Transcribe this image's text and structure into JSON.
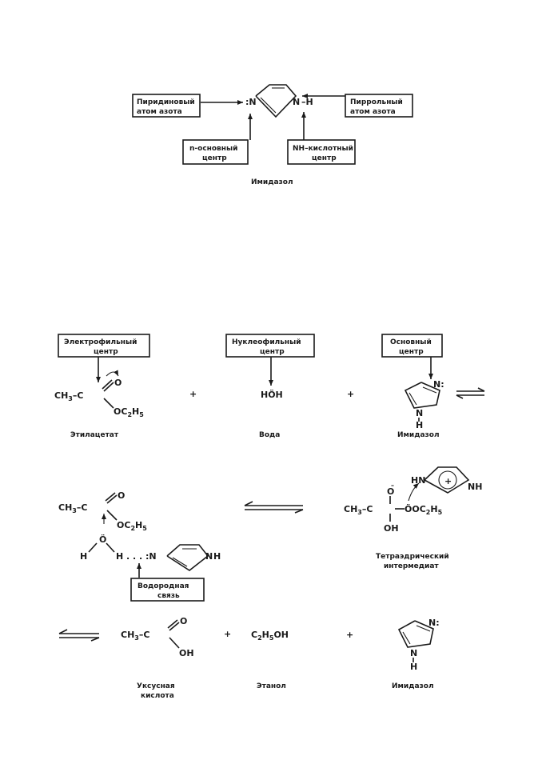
{
  "top": {
    "pyridine_label": [
      "Пиридиновый",
      "атом азота"
    ],
    "pyrrole_label": [
      "Пиррольный",
      "атом азота"
    ],
    "n_basic_label": [
      "n-основный",
      "центр"
    ],
    "nh_acid_label": [
      "NH–кислотный",
      "центр"
    ],
    "ring_n_left": ":N",
    "ring_n_right": "N",
    "ring_h": "–H",
    "caption": "Имидазол"
  },
  "mech": {
    "electrophilic": [
      "Электрофильный",
      "центр"
    ],
    "nucleophilic": [
      "Нуклеофильный",
      "центр"
    ],
    "basic": [
      "Основный",
      "центр"
    ],
    "ester_ch3": "CH",
    "ester_ch3_sub": "3",
    "ester_c": "–C",
    "ester_o": "O",
    "ester_oc": "OC",
    "ester_oc_sub": "2",
    "ester_h": "H",
    "ester_h_sub": "5",
    "plus": "+",
    "water": "HÖH",
    "imid_n_top": "N:",
    "imid_nh": "N",
    "imid_h": "H",
    "name_ethylacetate": "Этилацетат",
    "name_water": "Вода",
    "name_imidazole": "Имидазол",
    "hbond_label": [
      "Водородная",
      "связь"
    ],
    "tetra_label": [
      "Тетраэдрический",
      "интермедиат"
    ],
    "int_o_minus": "O",
    "int_oh": "OH",
    "int_hn": "HN",
    "int_nh": "NH",
    "int_plus": "+",
    "h_left": "H",
    "h_mid": "H",
    "dots": ". . . :N",
    "acetic_oh": "OH",
    "ethanol": "C",
    "ethanol_sub1": "2",
    "ethanol_h": "H",
    "ethanol_sub2": "5",
    "ethanol_oh": "OH",
    "name_acetic": [
      "Уксусная",
      "кислота"
    ],
    "name_ethanol": "Этанол",
    "name_imidazole_2": "Имидазол"
  }
}
